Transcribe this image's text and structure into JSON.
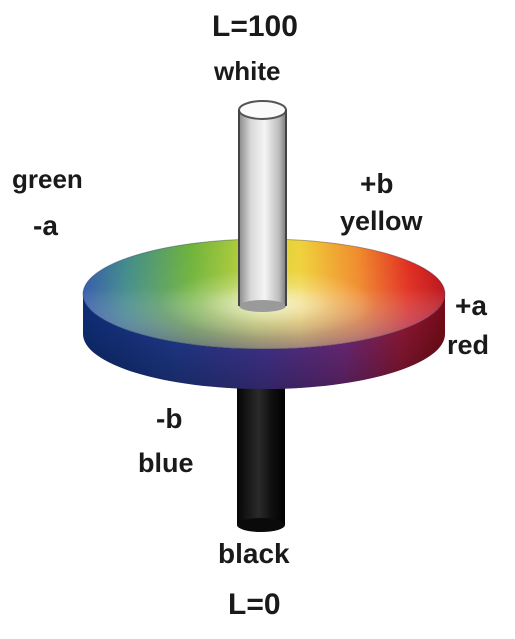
{
  "labels": {
    "top": "L=100",
    "white": "white",
    "green": "green",
    "minus_a": "-a",
    "plus_b": "+b",
    "yellow": "yellow",
    "plus_a": "+a",
    "red": "red",
    "minus_b": "-b",
    "blue": "blue",
    "black": "black",
    "bottom": "L=0"
  }
}
